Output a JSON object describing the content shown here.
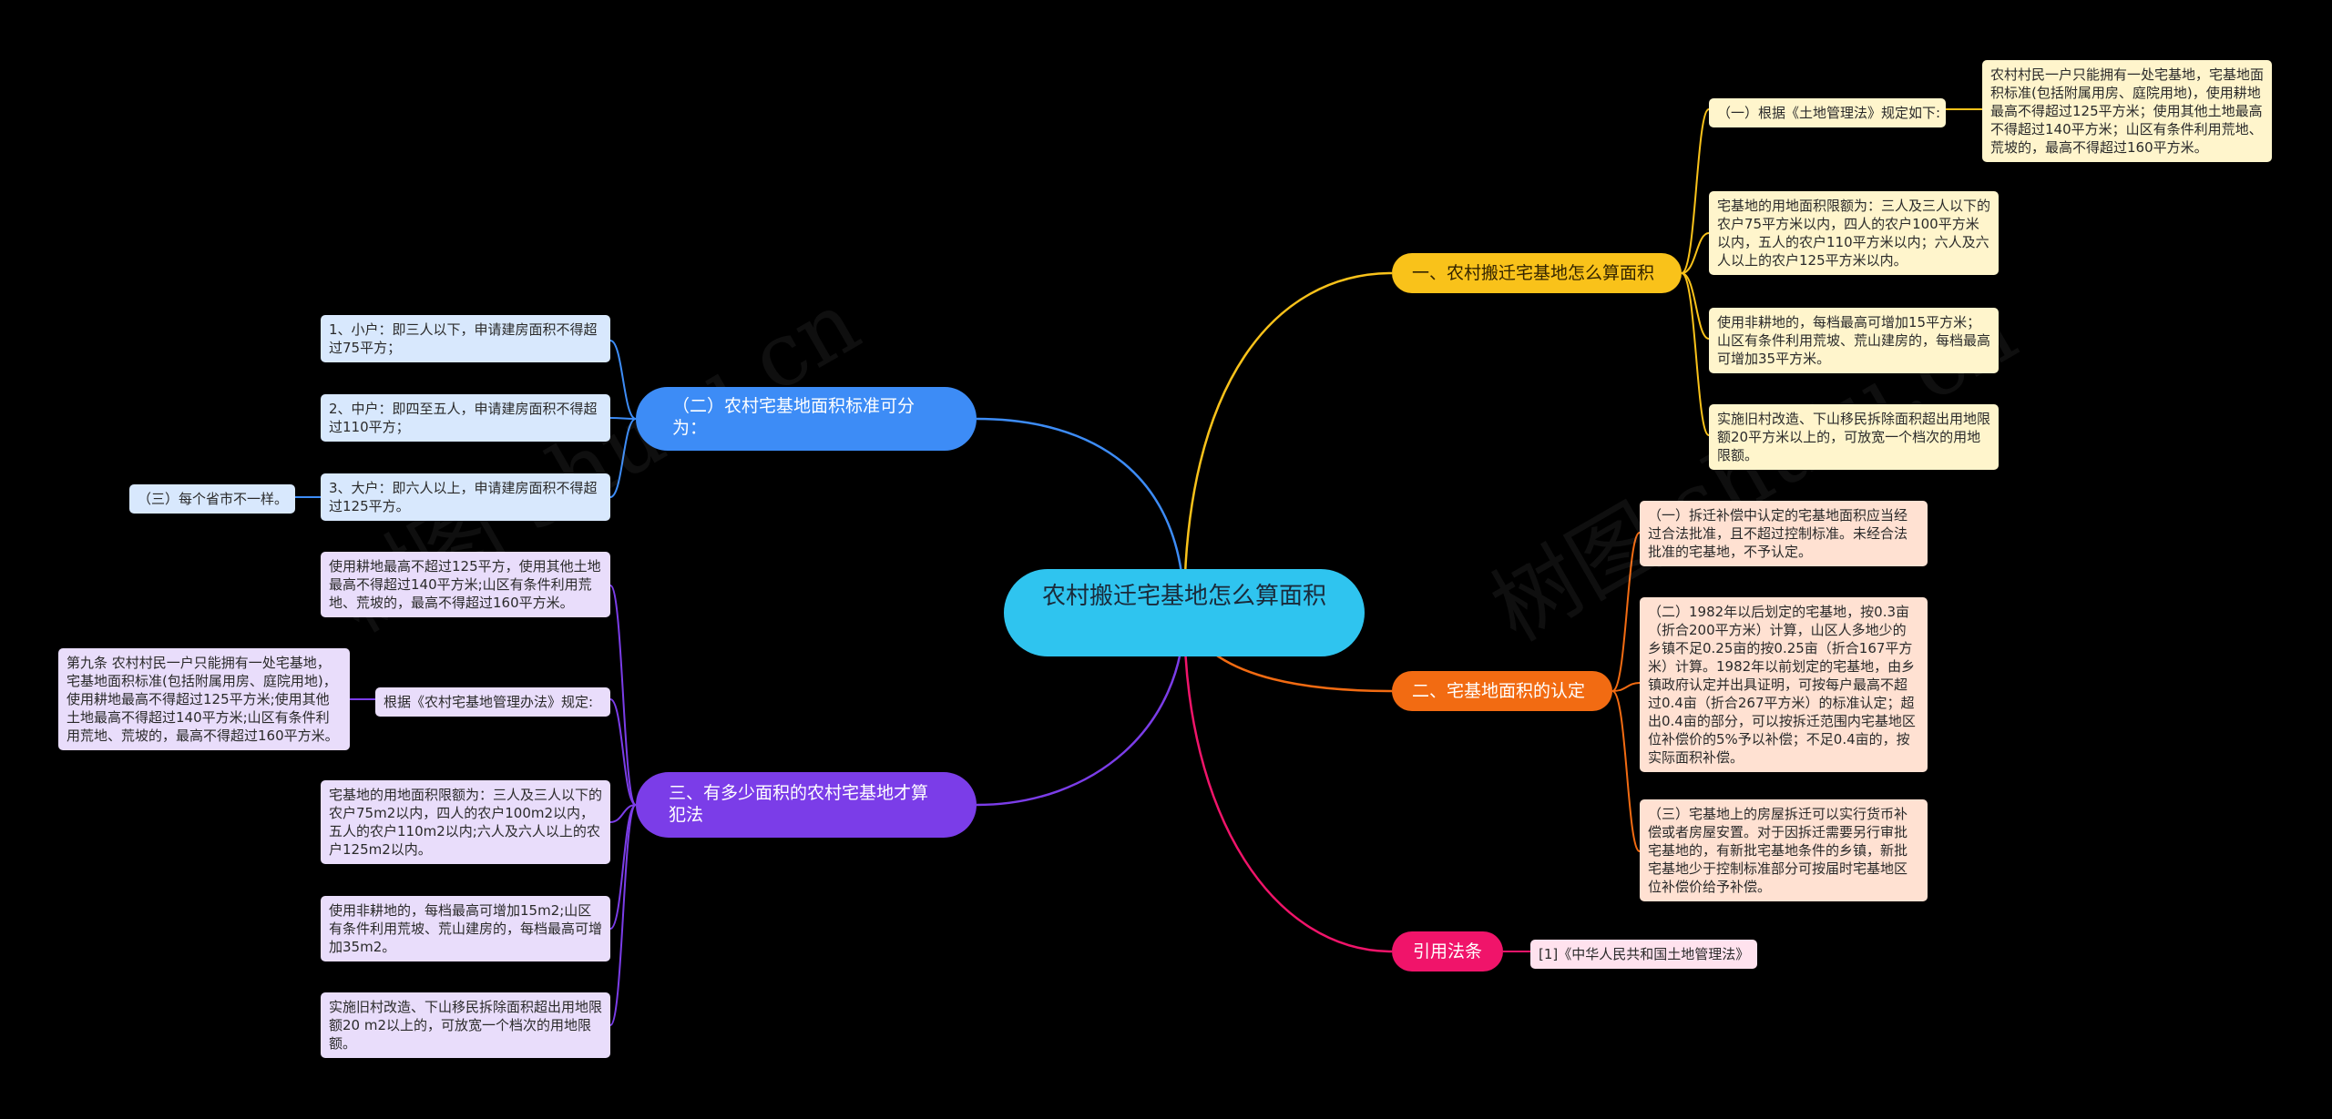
{
  "root": {
    "label": "农村搬迁宅基地怎么算面积"
  },
  "watermarks": [
    "树图 shutu.cn",
    "树图 shutu.cn"
  ],
  "colors": {
    "yellow": "#f9c21a",
    "orange": "#f26b12",
    "pink": "#f0146a",
    "blue": "#3d8cf6",
    "purple": "#7b3de8",
    "root": "#2fc4ef"
  },
  "branches": {
    "area_calc": {
      "label": "一、农村搬迁宅基地怎么算面积",
      "sub_law": {
        "label": "（一）根据《土地管理法》规定如下:",
        "detail": "农村村民一户只能拥有一处宅基地，宅基地面积标准(包括附属用房、庭院用地)，使用耕地最高不得超过125平方米；使用其他土地最高不得超过140平方米；山区有条件利用荒地、荒坡的，最高不得超过160平方米。"
      },
      "leaves": [
        "宅基地的用地面积限额为：三人及三人以下的农户75平方米以内，四人的农户100平方米以内，五人的农户110平方米以内；六人及六人以上的农户125平方米以内。",
        "使用非耕地的，每档最高可增加15平方米；山区有条件利用荒坡、荒山建房的，每档最高可增加35平方米。",
        "实施旧村改造、下山移民拆除面积超出用地限额20平方米以上的，可放宽一个档次的用地限额。"
      ]
    },
    "recognition": {
      "label": "二、宅基地面积的认定",
      "leaves": [
        "（一）拆迁补偿中认定的宅基地面积应当经过合法批准，且不超过控制标准。未经合法批准的宅基地，不予认定。",
        "（二）1982年以后划定的宅基地，按0.3亩（折合200平方米）计算，山区人多地少的乡镇不足0.25亩的按0.25亩（折合167平方米）计算。1982年以前划定的宅基地，由乡镇政府认定并出具证明，可按每户最高不超过0.4亩（折合267平方米）的标准认定；超出0.4亩的部分，可以按拆迁范围内宅基地区位补偿价的5%予以补偿；不足0.4亩的，按实际面积补偿。",
        "（三）宅基地上的房屋拆迁可以实行货币补偿或者房屋安置。对于因拆迁需要另行审批宅基地的，有新批宅基地条件的乡镇，新批宅基地少于控制标准部分可按届时宅基地区位补偿价给予补偿。"
      ]
    },
    "citation": {
      "label": "引用法条",
      "leaves": [
        "[1]《中华人民共和国土地管理法》"
      ]
    },
    "standard": {
      "label": "（二）农村宅基地面积标准可分为：",
      "leaves": [
        "1、小户：即三人以下，申请建房面积不得超过75平方；",
        "2、中户：即四至五人，申请建房面积不得超过110平方；",
        "3、大户：即六人以上，申请建房面积不得超过125平方。"
      ],
      "note": "（三）每个省市不一样。"
    },
    "illegal": {
      "label": "三、有多少面积的农村宅基地才算犯法",
      "leaves": [
        "使用耕地最高不超过125平方，使用其他土地最高不得超过140平方米;山区有条件利用荒地、荒坡的，最高不得超过160平方米。",
        "根据《农村宅基地管理办法》规定:",
        "宅基地的用地面积限额为：三人及三人以下的农户75m2以内，四人的农户100m2以内，五人的农户110m2以内;六人及六人以上的农户125m2以内。",
        "使用非耕地的，每档最高可增加15m2;山区有条件利用荒坡、荒山建房的，每档最高可增加35m2。",
        "实施旧村改造、下山移民拆除面积超出用地限额20 m2以上的，可放宽一个档次的用地限额。"
      ],
      "article": "第九条 农村村民一户只能拥有一处宅基地，宅基地面积标准(包括附属用房、庭院用地)，使用耕地最高不得超过125平方米;使用其他土地最高不得超过140平方米;山区有条件利用荒地、荒坡的，最高不得超过160平方米。"
    }
  }
}
